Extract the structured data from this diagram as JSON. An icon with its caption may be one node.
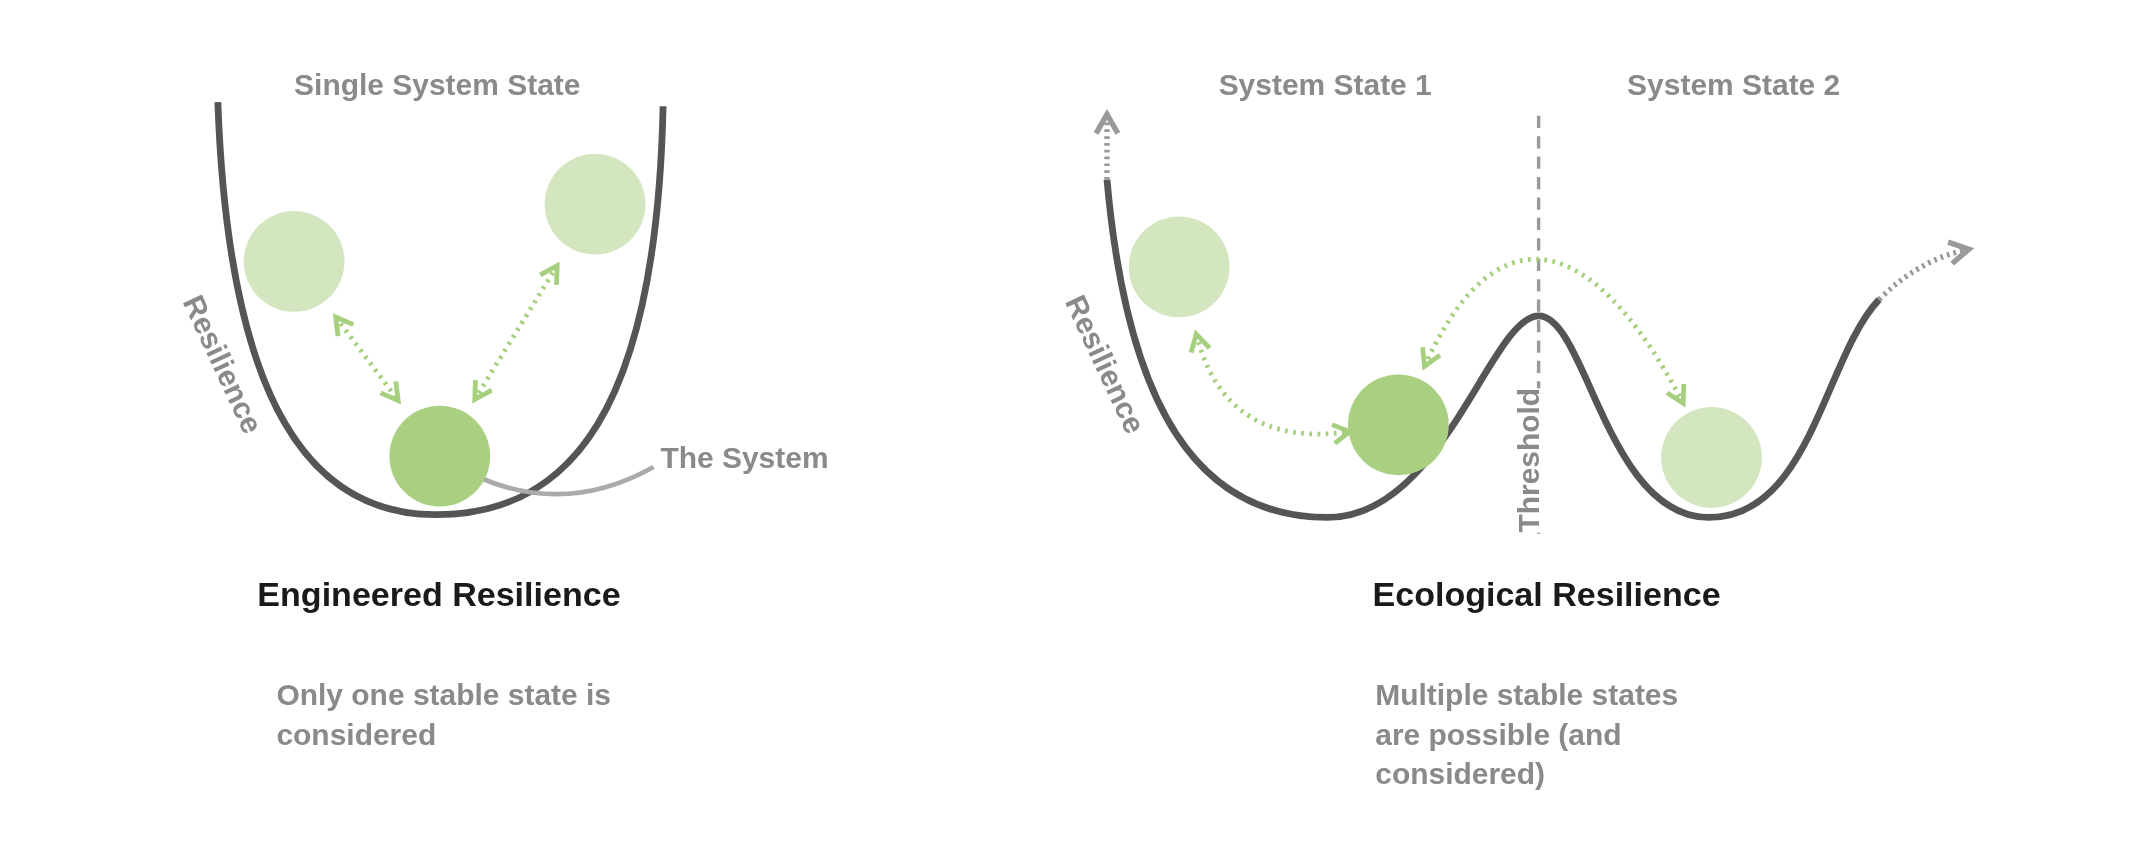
{
  "diagram": {
    "nodes": [
      {
        "text": [],
        "shape": "circle"
      },
      {
        "text": [],
        "shape": "circle"
      },
      {
        "text": [],
        "shape": "circle"
      },
      {
        "text": [
          "The System"
        ]
      },
      {
        "text": [],
        "shape": "circle"
      },
      {
        "text": [],
        "shape": "circle"
      },
      {
        "text": [],
        "shape": "circle"
      }
    ],
    "edges": [
      {
        "from": 0,
        "to": 2,
        "arrow": "both",
        "style": "dashed"
      },
      {
        "from": 1,
        "to": 2,
        "arrow": "both",
        "style": "dashed"
      },
      {
        "from": 3,
        "to": 2,
        "arrow": "to",
        "color": "#aaaaaa"
      },
      {
        "from": 4,
        "to": 5,
        "arrow": "both",
        "style": "dashed"
      },
      {
        "from": 5,
        "to": 6,
        "arrow": "both",
        "style": "dashed"
      }
    ],
    "labels": [
      "Single System State",
      "Resilience",
      "Engineered Resilience",
      "Only one stable state is considered",
      "System State 1",
      "System State 2",
      "Threshold",
      "Resilience",
      "Ecological Resilience",
      "Multiple stable states are possible (and considered)"
    ]
  }
}
